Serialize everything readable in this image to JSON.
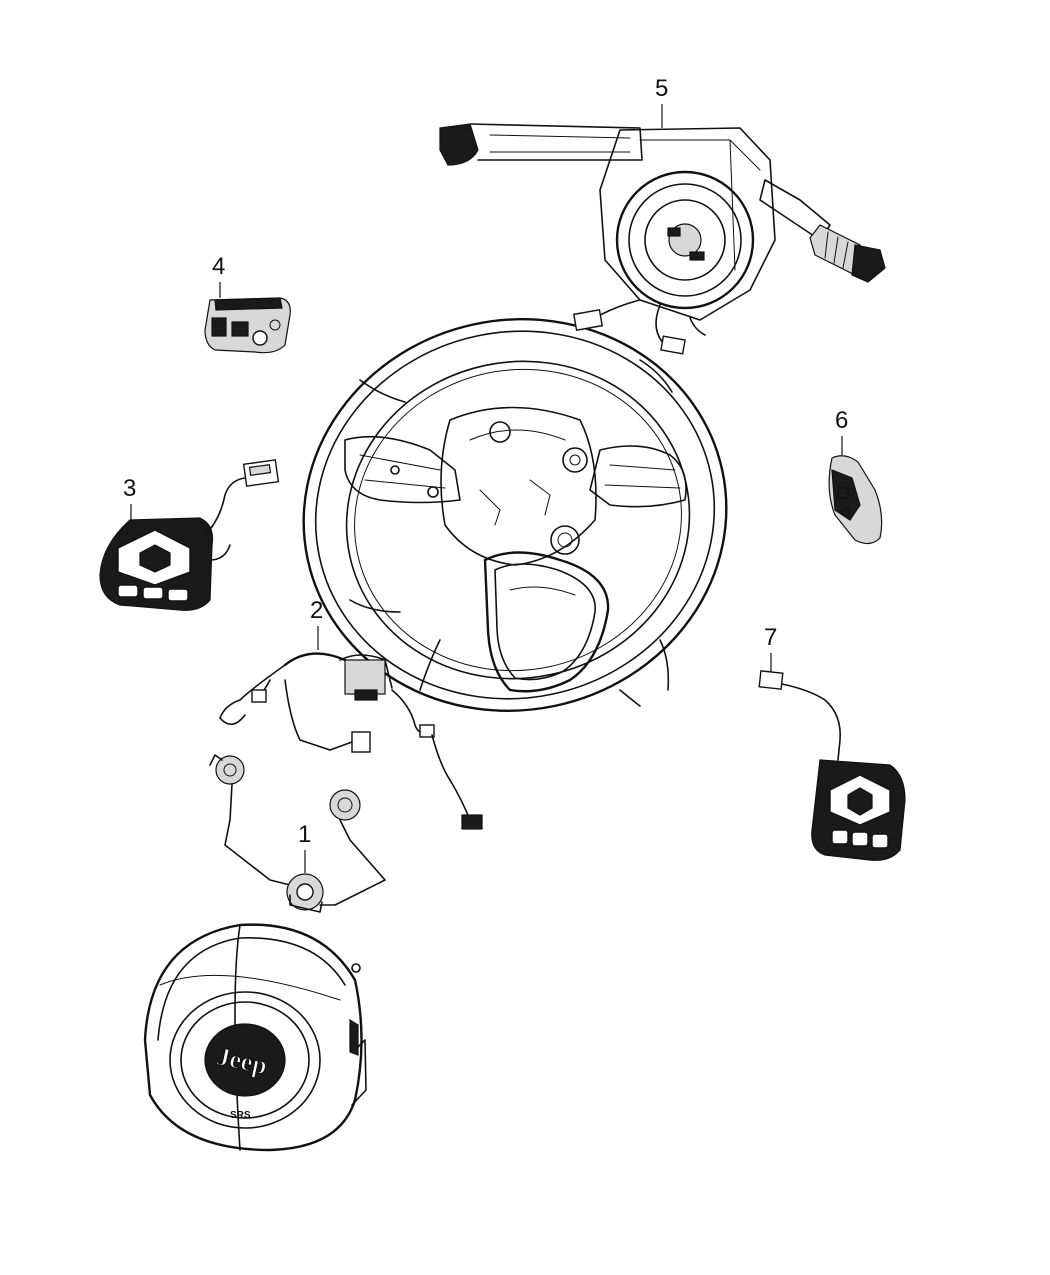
{
  "callouts": [
    {
      "number": "1",
      "part": "clockspring-harness"
    },
    {
      "number": "2",
      "part": "wiring-harness"
    },
    {
      "number": "3",
      "part": "left-switch-with-cable"
    },
    {
      "number": "4",
      "part": "small-switch-module"
    },
    {
      "number": "5",
      "part": "multifunction-switch-assembly"
    },
    {
      "number": "6",
      "part": "paddle-switch"
    },
    {
      "number": "7",
      "part": "right-switch-with-cable"
    }
  ],
  "airbag": {
    "logo_text": "Jeep",
    "badge_text": "SRS"
  }
}
